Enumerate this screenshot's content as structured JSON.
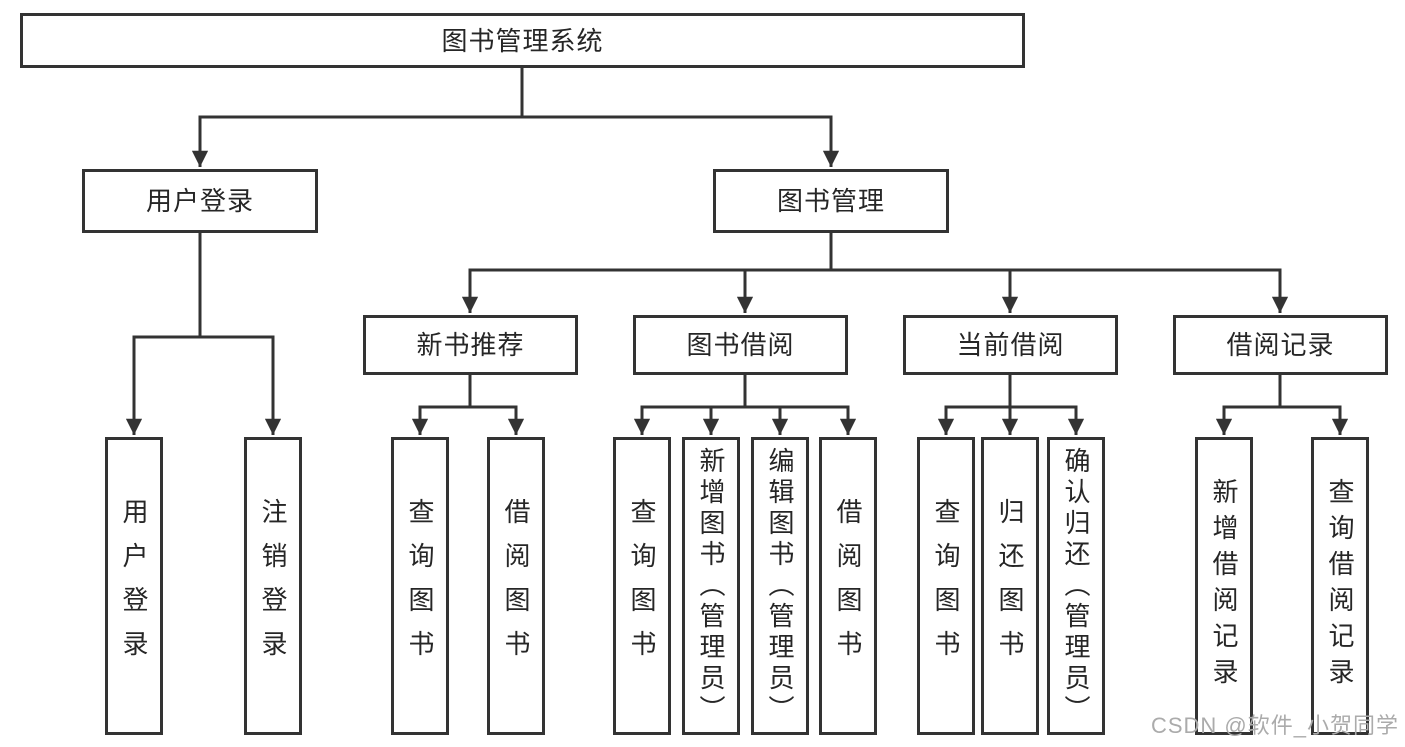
{
  "diagram": {
    "title": "图书管理系统",
    "level1": {
      "user_login": "用户登录",
      "book_mgmt": "图书管理"
    },
    "level2": {
      "new_books": "新书推荐",
      "book_borrow": "图书借阅",
      "current_borrow": "当前借阅",
      "borrow_records": "借阅记录"
    },
    "leaves": {
      "login": [
        "用户登录",
        "注销登录"
      ],
      "new_books": [
        "查询图书",
        "借阅图书"
      ],
      "book_borrow": [
        "查询图书",
        "新增图书（管理员）",
        "编辑图书（管理员）",
        "借阅图书"
      ],
      "current_borrow": [
        "查询图书",
        "归还图书",
        "确认归还（管理员）"
      ],
      "borrow_records": [
        "新增借阅记录",
        "查询借阅记录"
      ]
    },
    "colors": {
      "line": "#333333",
      "text": "#262626",
      "watermark": "#ababab"
    },
    "watermark": "CSDN @软件_小贺同学"
  }
}
